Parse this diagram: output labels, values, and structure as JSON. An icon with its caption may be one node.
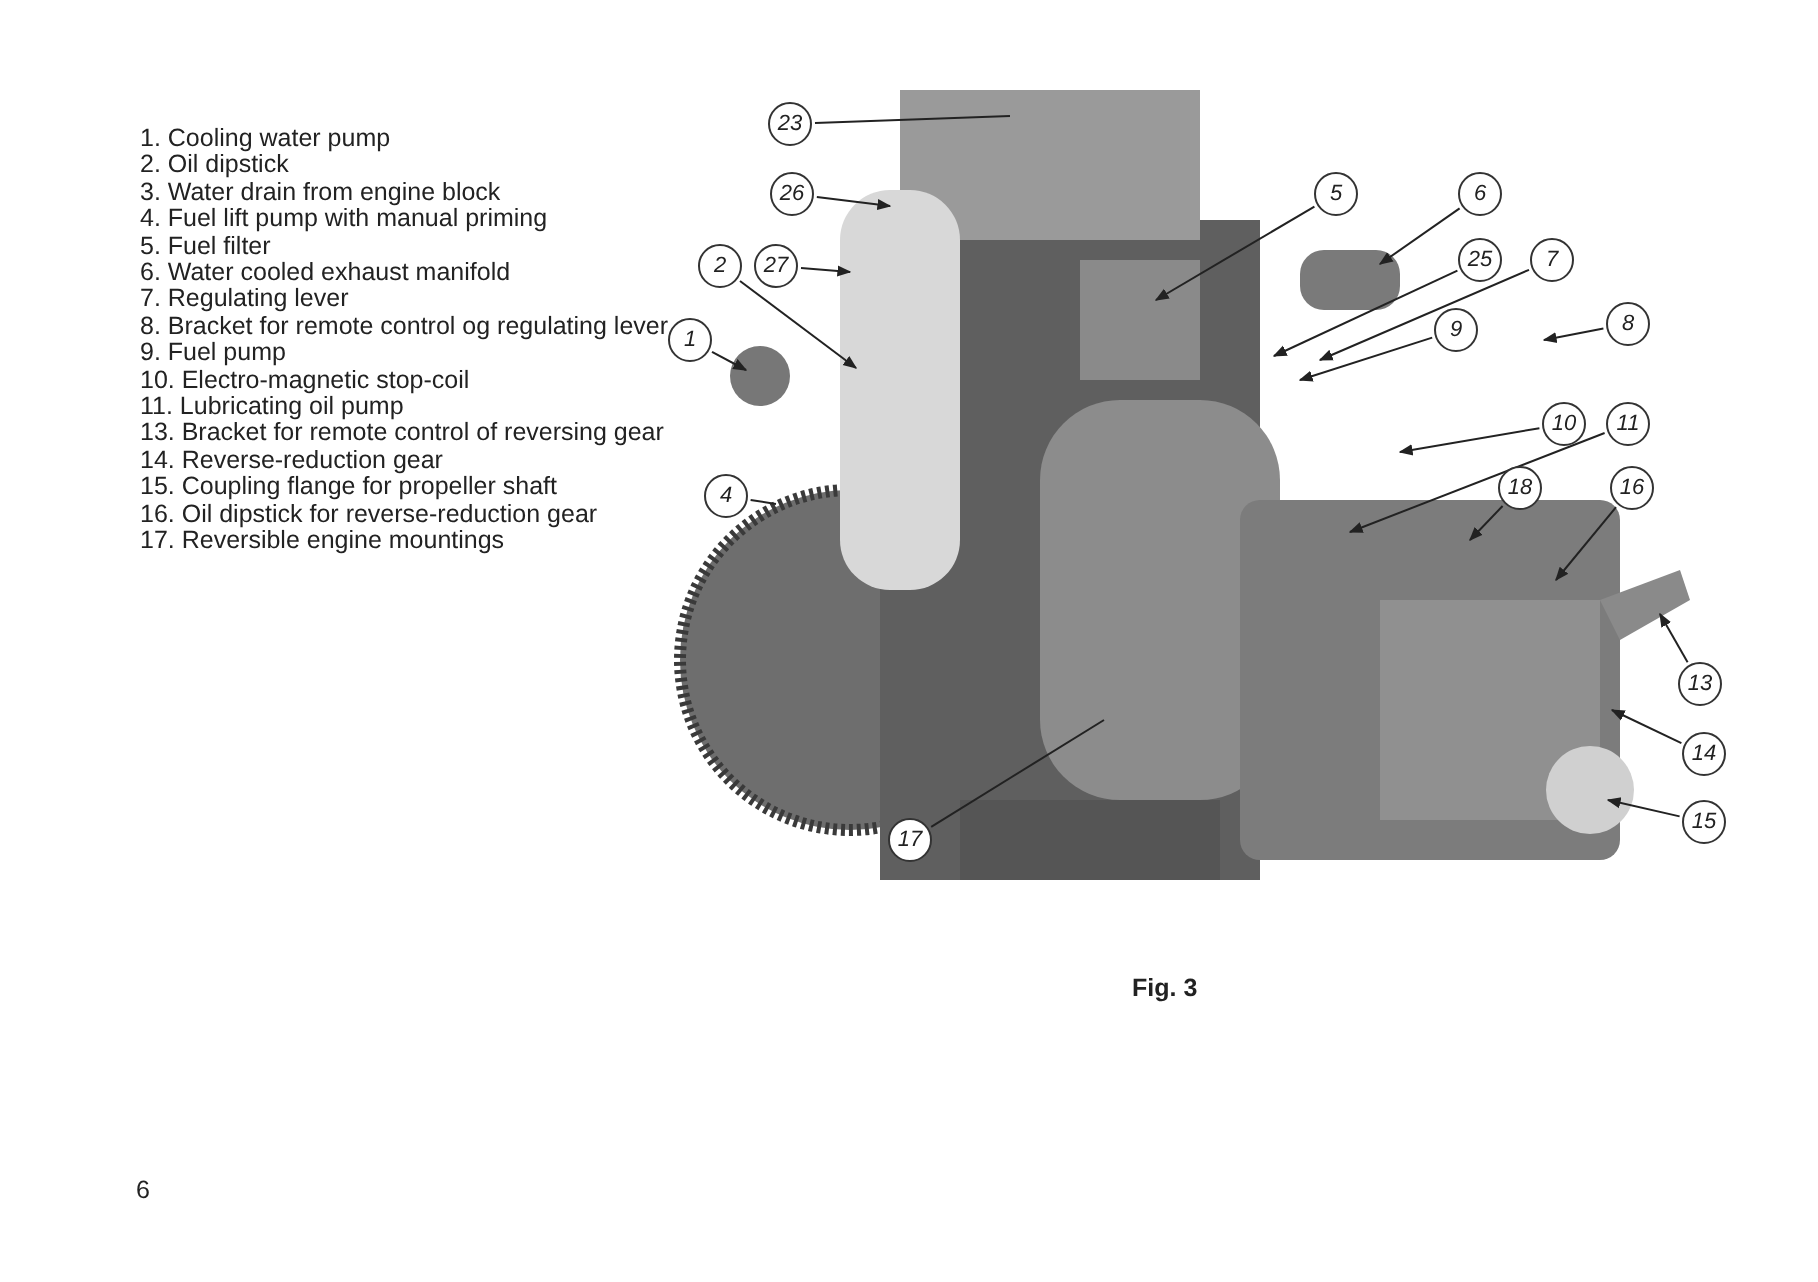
{
  "diagram": {
    "caption": "Fig. 3",
    "nodes": [
      {
        "text": [
          "23"
        ]
      },
      {
        "text": [
          "26"
        ]
      },
      {
        "text": [
          "5"
        ]
      },
      {
        "text": [
          "6"
        ]
      },
      {
        "text": [
          "2"
        ]
      },
      {
        "text": [
          "27"
        ]
      },
      {
        "text": [
          "25"
        ]
      },
      {
        "text": [
          "7"
        ]
      },
      {
        "text": [
          "1"
        ]
      },
      {
        "text": [
          "9"
        ]
      },
      {
        "text": [
          "8"
        ]
      },
      {
        "text": [
          "10"
        ]
      },
      {
        "text": [
          "11"
        ]
      },
      {
        "text": [
          "18"
        ]
      },
      {
        "text": [
          "16"
        ]
      },
      {
        "text": [
          "4"
        ]
      },
      {
        "text": [
          "13"
        ]
      },
      {
        "text": [
          "14"
        ]
      },
      {
        "text": [
          "15"
        ]
      },
      {
        "text": [
          "17"
        ]
      }
    ],
    "edges": [
      {
        "from": 0,
        "to": null,
        "arrow": "none"
      },
      {
        "from": 1,
        "to": null,
        "arrow": "to"
      },
      {
        "from": 2,
        "to": null,
        "arrow": "to"
      },
      {
        "from": 3,
        "to": null,
        "arrow": "to"
      },
      {
        "from": 4,
        "to": null,
        "arrow": "to"
      },
      {
        "from": 5,
        "to": null,
        "arrow": "to"
      },
      {
        "from": 6,
        "to": null,
        "arrow": "to"
      },
      {
        "from": 7,
        "to": null,
        "arrow": "to"
      },
      {
        "from": 8,
        "to": null,
        "arrow": "to"
      },
      {
        "from": 9,
        "to": null,
        "arrow": "to"
      },
      {
        "from": 10,
        "to": null,
        "arrow": "to"
      },
      {
        "from": 11,
        "to": null,
        "arrow": "to"
      },
      {
        "from": 12,
        "to": null,
        "arrow": "to"
      },
      {
        "from": 13,
        "to": null,
        "arrow": "to"
      },
      {
        "from": 14,
        "to": null,
        "arrow": "to"
      },
      {
        "from": 15,
        "to": null,
        "arrow": "none"
      },
      {
        "from": 16,
        "to": null,
        "arrow": "to"
      },
      {
        "from": 17,
        "to": null,
        "arrow": "to"
      },
      {
        "from": 18,
        "to": null,
        "arrow": "to"
      },
      {
        "from": 19,
        "to": null,
        "arrow": "none"
      }
    ],
    "labels": [
      "1. Cooling water pump",
      "2. Oil dipstick",
      "3. Water drain from engine block",
      "4. Fuel lift pump with manual priming",
      "5. Fuel filter",
      "6. Water cooled exhaust manifold",
      "7. Regulating lever",
      "8. Bracket for remote control og regulating lever",
      "9. Fuel pump",
      "10. Electro-magnetic stop-coil",
      "11. Lubricating oil pump",
      "13. Bracket for remote control of reversing gear",
      "14. Reverse-reduction gear",
      "15. Coupling flange for propeller shaft",
      "16. Oil dipstick for reverse-reduction gear",
      "17. Reversible engine mountings",
      "6"
    ]
  }
}
